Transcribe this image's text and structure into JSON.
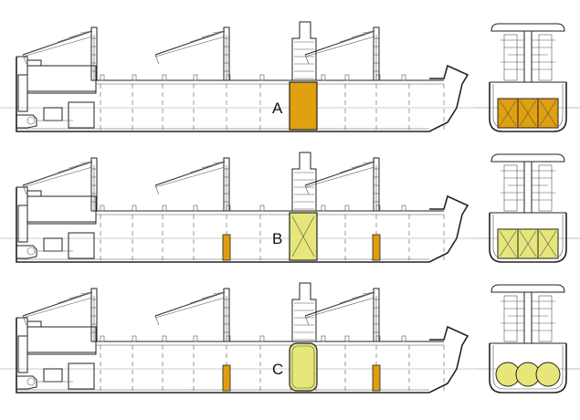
{
  "variants": [
    {
      "label": "A",
      "midship_tanks": "prismatic",
      "extra_tanks": false
    },
    {
      "label": "B",
      "midship_tanks": "prismatic",
      "extra_tanks": true
    },
    {
      "label": "C",
      "midship_tanks": "cylindrical",
      "extra_tanks": true
    }
  ],
  "colors": {
    "tank_a": "#e0a010",
    "tank_b": "#e6e67a",
    "tank_small": "#e09d10",
    "line": "#222222",
    "waterline": "#bbbbbb"
  },
  "icons": [
    "crane-icon",
    "funnel-icon",
    "tank-icon"
  ]
}
